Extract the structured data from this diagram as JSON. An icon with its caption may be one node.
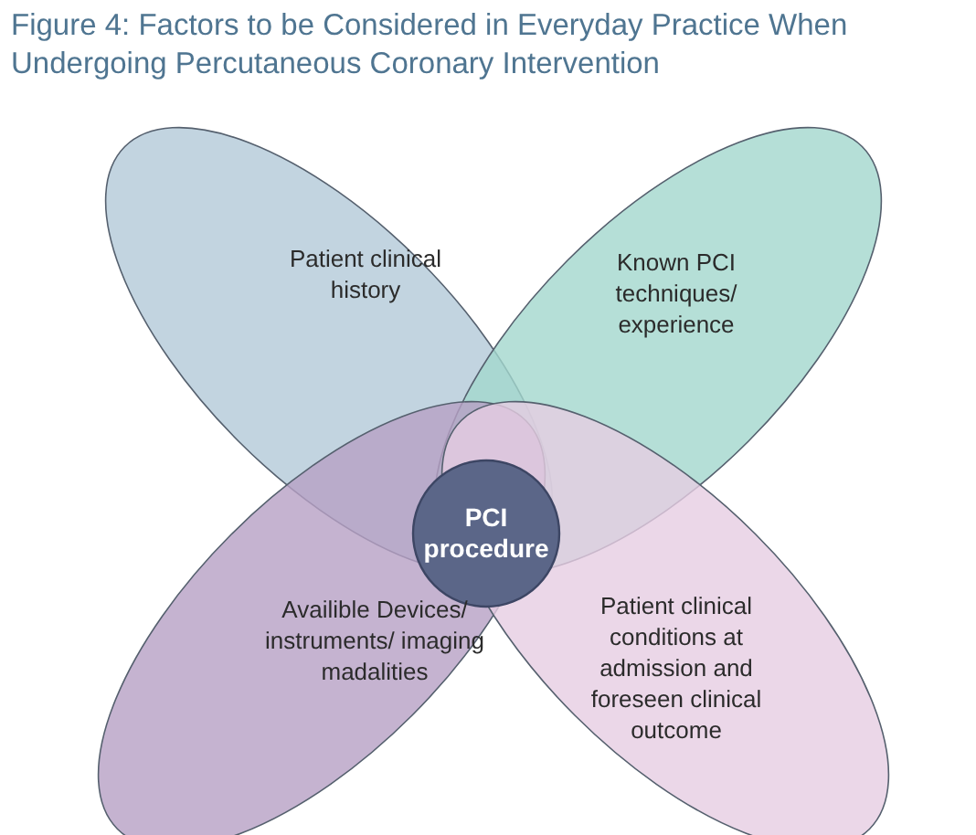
{
  "diagram": {
    "title": "Figure 4: Factors to be Considered in Everyday Practice When Undergoing Percutaneous Coronary Intervention",
    "nodes": [
      {
        "text": [
          "Patient clinical history"
        ]
      },
      {
        "text": [
          "Known PCI techniques/ experience"
        ]
      },
      {
        "text": [
          "Availible Devices/ instruments/ imaging madalities"
        ]
      },
      {
        "text": [
          "Patient clinical conditions at admission and foreseen clinical outcome"
        ]
      },
      {
        "text": [
          "PCI procedure"
        ]
      }
    ]
  }
}
